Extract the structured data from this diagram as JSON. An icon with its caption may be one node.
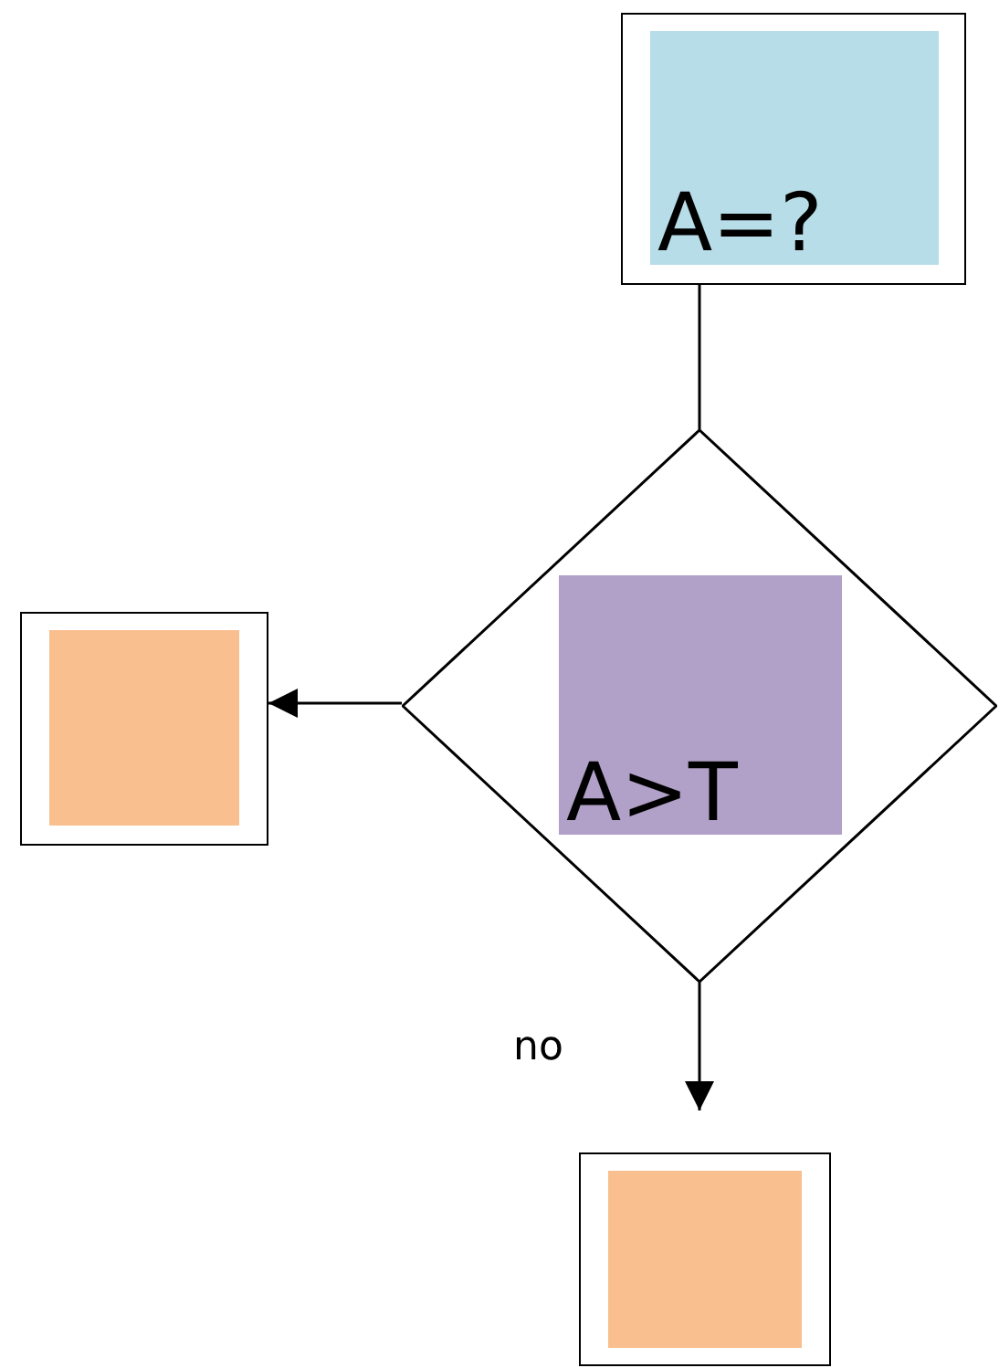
{
  "diagram": {
    "nodes": [
      {
        "text": [],
        "shape": "box"
      },
      {
        "text": [
          "A=?"
        ],
        "in": 0
      },
      {
        "text": [],
        "shape": "diamond"
      },
      {
        "text": [
          "A>T"
        ],
        "in": 2
      },
      {
        "text": [],
        "shape": "box"
      },
      {
        "text": [],
        "shape": "box",
        "in": 4
      },
      {
        "text": [],
        "shape": "box"
      },
      {
        "text": [],
        "shape": "box",
        "in": 6
      }
    ],
    "edges": [
      {
        "from": 0,
        "to": 2,
        "arrow": "none"
      },
      {
        "from": 2,
        "to": 4,
        "arrow": "to"
      },
      {
        "from": 2,
        "to": 6,
        "arrow": "to",
        "label": "no"
      }
    ]
  }
}
